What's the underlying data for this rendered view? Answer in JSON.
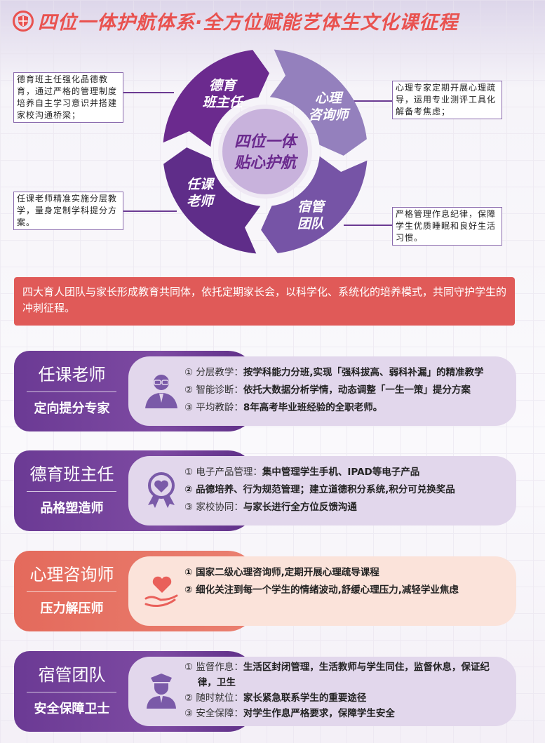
{
  "header": {
    "title": "四位一体护航体系·全方位赋能艺体生文化课征程",
    "icon": "shield-icon"
  },
  "wheel": {
    "center": [
      "四位一体",
      "贴心护航"
    ],
    "segments": [
      {
        "label": [
          "德育",
          "班主任"
        ],
        "color": "#6b2a8e"
      },
      {
        "label": [
          "心理",
          "咨询师"
        ],
        "color": "#9480bd"
      },
      {
        "label": [
          "宿管",
          "团队"
        ],
        "color": "#7654a6"
      },
      {
        "label": [
          "任课",
          "老师"
        ],
        "color": "#5f2d89"
      }
    ]
  },
  "notes": {
    "headteacher": "德育班主任强化品德教育，通过严格的管理制度培养自主学习意识并搭建家校沟通桥梁；",
    "teacher": "任课老师精准实施分层教学，量身定制学科提分方案。",
    "counselor": "心理专家定期开展心理疏导，运用专业测评工具化解备考焦虑；",
    "dorm": "严格管理作息纪律，保障学生优质睡眠和良好生活习惯。"
  },
  "banner": "四大育人团队与家长形成教育共同体，依托定期家长会，以科学化、系统化的培养模式，共同守护学生的冲刺征程。",
  "cards": [
    {
      "title": "任课老师",
      "subtitle": "定向提分专家",
      "icon": "teacher-icon",
      "items": [
        {
          "key": "① 分层教学：",
          "text": "按学科能力分班,实现「强科拔高、弱科补漏」的精准教学"
        },
        {
          "key": "② 智能诊断：",
          "text": "依托大数据分析学情，动态调整「一生一策」提分方案"
        },
        {
          "key": "③ 平均教龄：",
          "text": "8年高考毕业班经验的全职老师。"
        }
      ]
    },
    {
      "title": "德育班主任",
      "subtitle": "品格塑造师",
      "icon": "medal-heart-icon",
      "items": [
        {
          "key": "① 电子产品管理：",
          "text": "集中管理学生手机、IPAD等电子产品"
        },
        {
          "key": "",
          "text": "② 品德培养、行为规范管理；建立道德积分系统,积分可兑换奖品"
        },
        {
          "key": "③ 家校协同：",
          "text": "与家长进行全方位反馈沟通"
        }
      ]
    },
    {
      "title": "心理咨询师",
      "subtitle": "压力解压师",
      "icon": "heart-hand-icon",
      "items": [
        {
          "key": "",
          "text": "① 国家二级心理咨询师,定期开展心理疏导课程"
        },
        {
          "key": "",
          "text": "② 细化关注到每一个学生的情绪波动,舒缓心理压力,减轻学业焦虑"
        }
      ]
    },
    {
      "title": "宿管团队",
      "subtitle": "安全保障卫士",
      "icon": "guard-icon",
      "items": [
        {
          "key": "① 监督作息：",
          "text": "生活区封闭管理，生活教师与学生同住，监督休息，保证纪律，卫生"
        },
        {
          "key": "② 随时就位：",
          "text": "家长紧急联系学生的重要途径"
        },
        {
          "key": "③ 安全保障：",
          "text": "对学生作息严格要求，保障学生安全"
        }
      ]
    }
  ]
}
